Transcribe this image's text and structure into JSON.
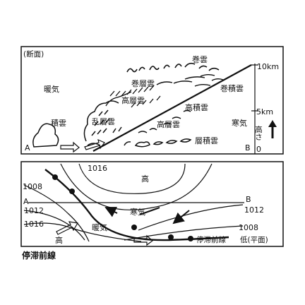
{
  "section_panel": {
    "label": "(断面)",
    "clouds": {
      "cirrus": "巻雲",
      "cirrostratus": "巻層雲",
      "cirrocumulus": "巻積雲",
      "altostratus": "高層雲",
      "altocumulus_upper": "高積雲",
      "altocumulus_lower": "高層雲",
      "nimbostratus": "乱層雲",
      "cumulus": "積雲",
      "stratocumulus": "層積雲"
    },
    "air": {
      "warm": "暖気",
      "cold": "寒気"
    },
    "scale": {
      "top": "10km",
      "mid": "5km",
      "bottom": "0",
      "axis_label": "高さ"
    },
    "section_ends": {
      "left": "A",
      "right": "B"
    }
  },
  "plan_panel": {
    "isobars": {
      "i1016_top": "1016",
      "i1008_left": "1008",
      "i1012_left": "1012",
      "i1016_left": "1016",
      "i1012_right": "1012",
      "i1008_right": "1008"
    },
    "pressure": {
      "high_top": "高",
      "high_bottom": "高",
      "low": "低(平面)"
    },
    "air": {
      "cold": "寒気",
      "warm": "暖気"
    },
    "front_label": "停滞前線",
    "section_ends": {
      "left": "A",
      "right": "B"
    }
  },
  "caption": "停滞前線"
}
